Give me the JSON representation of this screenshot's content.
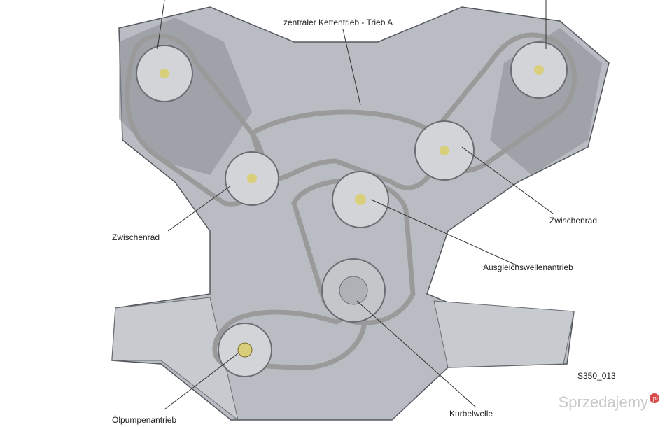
{
  "labels": {
    "central_chain": "zentraler Kettentrieb - Trieb A",
    "idler_left": "Zwischenrad",
    "idler_right": "Zwischenrad",
    "balance_shaft": "Ausgleichswellenantrieb",
    "oil_pump": "Ölpumpenantrieb",
    "crankshaft": "Kurbelwelle"
  },
  "figure_id": "S350_013",
  "watermark": {
    "text": "Sprzedajemy",
    "badge": ".pl"
  },
  "colors": {
    "chain": "#9a9a9a",
    "engine_block": "#b9bcc2",
    "engine_dark": "#55595f",
    "sprocket": "#d2d4d8",
    "bolt": "#d9cf7a",
    "guide": "#7a6a5a"
  }
}
